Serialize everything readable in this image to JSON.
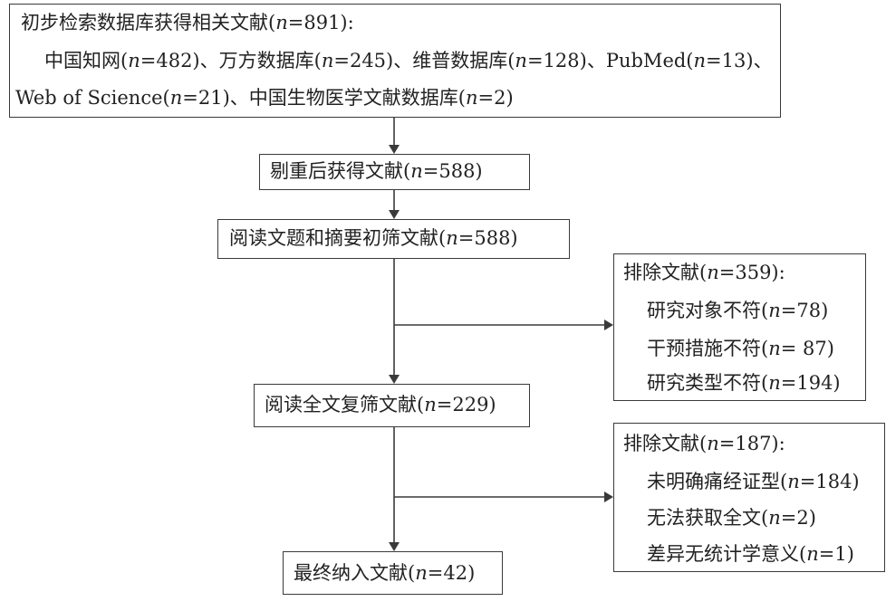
{
  "flowchart": {
    "search_box": {
      "title": "初步检索数据库获得相关文献(n=891):",
      "line2": "中国知网(n=482)、万方数据库(n=245)、维普数据库(n=128)、PubMed(n=13)、",
      "line3": "Web of Science(n=21)、中国生物医学文献数据库(n=2)"
    },
    "dedup_box": {
      "label": "剔重后获得文献(n=588)"
    },
    "screen_box": {
      "label": "阅读文题和摘要初筛文献(n=588)"
    },
    "exclude1_box": {
      "title": "排除文献(n=359):",
      "items": [
        "研究对象不符(n=78)",
        "干预措施不符(n= 87)",
        "研究类型不符(n=194)"
      ]
    },
    "fulltext_box": {
      "label": "阅读全文复筛文献(n=229)"
    },
    "exclude2_box": {
      "title": "排除文献(n=187):",
      "items": [
        "未明确痛经证型(n=184)",
        "无法获取全文(n=2)",
        "差异无统计学意义(n=1)"
      ]
    },
    "final_box": {
      "label": "最终纳入文献(n=42)"
    }
  }
}
